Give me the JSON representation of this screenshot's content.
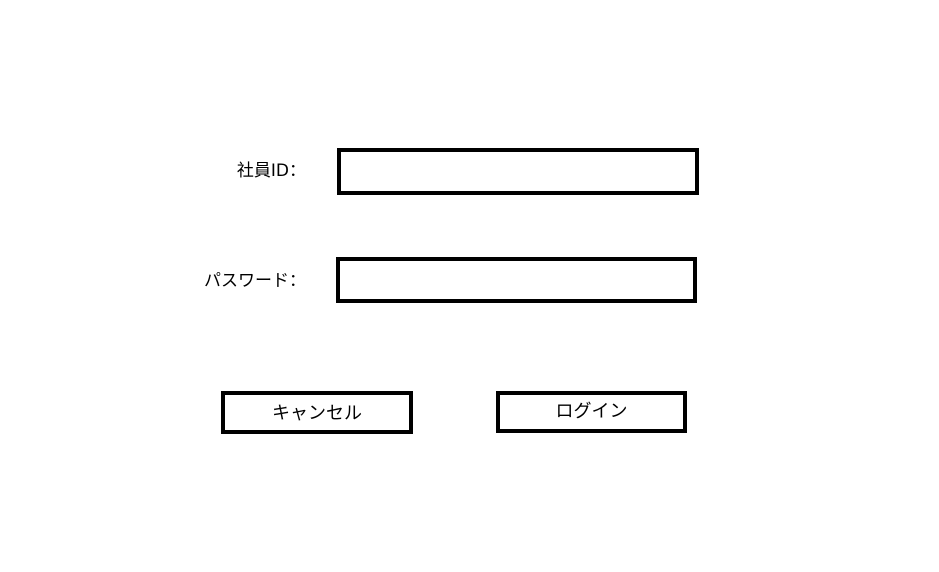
{
  "login_form": {
    "employee_id": {
      "label": "社員ID：",
      "value": "",
      "placeholder": ""
    },
    "password": {
      "label": "パスワード：",
      "value": "",
      "placeholder": ""
    },
    "buttons": {
      "cancel_label": "キャンセル",
      "login_label": "ログイン"
    }
  }
}
